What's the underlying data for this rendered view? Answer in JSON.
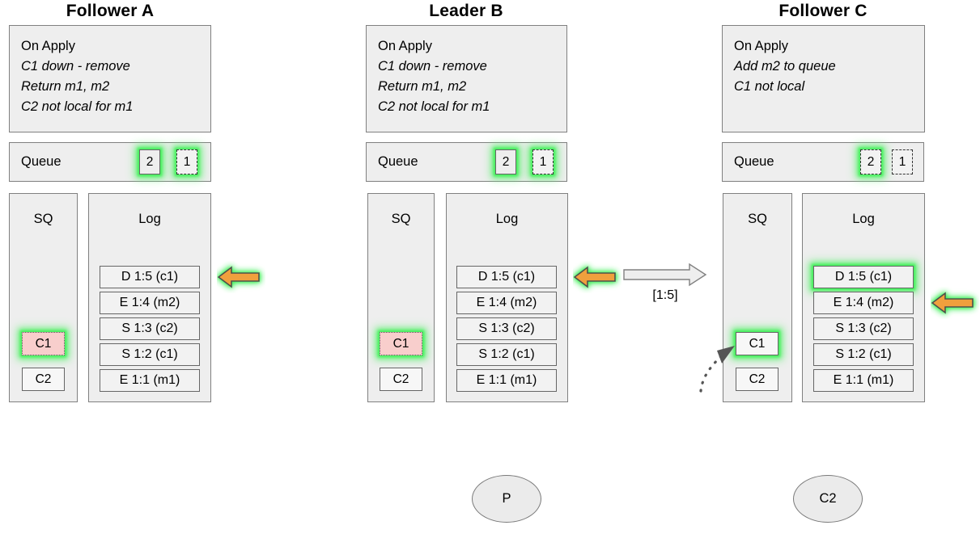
{
  "columns": [
    {
      "id": "follower-a",
      "title": "Follower A",
      "apply": {
        "header": "On Apply",
        "lines": [
          "C1 down - remove",
          "Return m1, m2",
          "C2 not local for m1"
        ]
      },
      "queue": {
        "label": "Queue",
        "chips": [
          {
            "text": "2",
            "style": "solid",
            "glow": true
          },
          {
            "text": "1",
            "style": "dashed",
            "glow": true
          }
        ]
      },
      "sq": {
        "header": "SQ",
        "items": [
          {
            "text": "C1",
            "style": "pink",
            "glow": true
          },
          {
            "text": "C2",
            "style": "plain",
            "glow": false
          }
        ]
      },
      "log": {
        "header": "Log",
        "items": [
          {
            "text": "D 1:5 (c1)",
            "glow": false
          },
          {
            "text": "E 1:4 (m2)",
            "glow": false
          },
          {
            "text": "S 1:3 (c2)",
            "glow": false
          },
          {
            "text": "S 1:2 (c1)",
            "glow": false
          },
          {
            "text": "E 1:1 (m1)",
            "glow": false
          }
        ]
      },
      "pointer": {
        "target": "D 1:5 (c1)",
        "glow": true
      }
    },
    {
      "id": "leader-b",
      "title": "Leader B",
      "apply": {
        "header": "On Apply",
        "lines": [
          "C1 down - remove",
          "Return m1, m2",
          "C2 not local for m1"
        ]
      },
      "queue": {
        "label": "Queue",
        "chips": [
          {
            "text": "2",
            "style": "solid",
            "glow": true
          },
          {
            "text": "1",
            "style": "dashed",
            "glow": true
          }
        ]
      },
      "sq": {
        "header": "SQ",
        "items": [
          {
            "text": "C1",
            "style": "pink",
            "glow": true
          },
          {
            "text": "C2",
            "style": "plain",
            "glow": false
          }
        ]
      },
      "log": {
        "header": "Log",
        "items": [
          {
            "text": "D 1:5 (c1)",
            "glow": false
          },
          {
            "text": "E 1:4 (m2)",
            "glow": false
          },
          {
            "text": "S 1:3 (c2)",
            "glow": false
          },
          {
            "text": "S 1:2 (c1)",
            "glow": false
          },
          {
            "text": "E 1:1 (m1)",
            "glow": false
          }
        ]
      },
      "pointer": {
        "target": "D 1:5 (c1)",
        "glow": true
      }
    },
    {
      "id": "follower-c",
      "title": "Follower C",
      "apply": {
        "header": "On Apply",
        "lines": [
          "Add m2 to queue",
          "C1 not local"
        ]
      },
      "queue": {
        "label": "Queue",
        "chips": [
          {
            "text": "2",
            "style": "dashed",
            "glow": true
          },
          {
            "text": "1",
            "style": "dashed",
            "glow": false
          }
        ]
      },
      "sq": {
        "header": "SQ",
        "items": [
          {
            "text": "C1",
            "style": "plain",
            "glow": true
          },
          {
            "text": "C2",
            "style": "plain",
            "glow": false
          }
        ]
      },
      "log": {
        "header": "Log",
        "items": [
          {
            "text": "D 1:5 (c1)",
            "glow": true
          },
          {
            "text": "E 1:4 (m2)",
            "glow": false
          },
          {
            "text": "S 1:3 (c2)",
            "glow": false
          },
          {
            "text": "S 1:2 (c1)",
            "glow": false
          },
          {
            "text": "E 1:1 (m1)",
            "glow": false
          }
        ]
      },
      "pointer": {
        "target": "E 1:4 (m2)",
        "glow": true
      }
    }
  ],
  "transfer": {
    "label": "[1:5]",
    "direction": "right"
  },
  "clients": [
    {
      "id": "p",
      "text": "P"
    },
    {
      "id": "c2",
      "text": "C2"
    }
  ],
  "colors": {
    "panel_fill": "#eeeeee",
    "panel_border": "#808080",
    "glow": "#50f064",
    "arrow_orange": "#f0a03c",
    "arrow_border": "#4d4d4d",
    "pink_fill": "#f8cecc",
    "text": "#000000"
  }
}
